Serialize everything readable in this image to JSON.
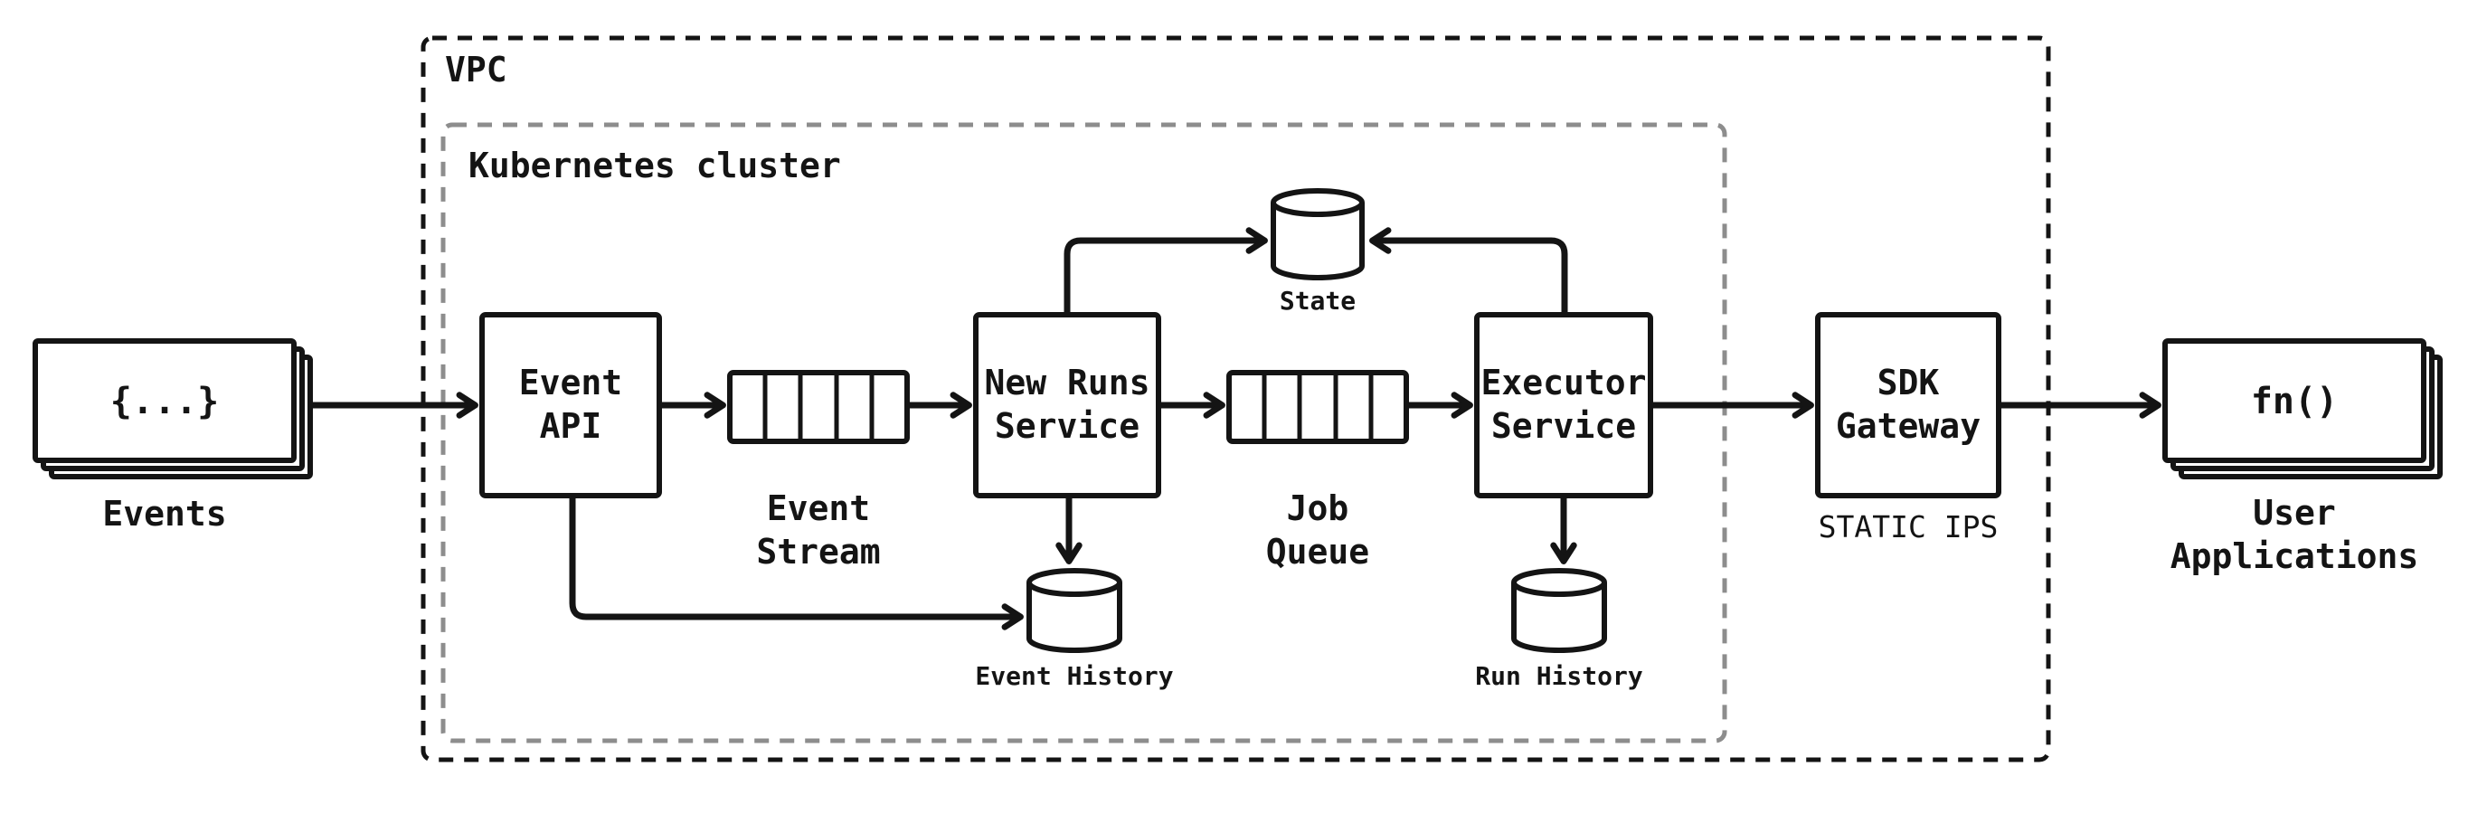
{
  "diagram": {
    "background": "#ffffff",
    "ink_color": "#141414",
    "cluster_border_color": "#8d8d8d",
    "containers": {
      "vpc": {
        "label": "VPC"
      },
      "kubernetes": {
        "label": "Kubernetes cluster"
      }
    },
    "nodes": {
      "events": {
        "shape": "stacked-box",
        "glyph": "{...}",
        "label": "Events"
      },
      "event_api": {
        "shape": "box",
        "line1": "Event",
        "line2": "API"
      },
      "event_stream": {
        "shape": "queue",
        "line1": "Event",
        "line2": "Stream"
      },
      "new_runs_service": {
        "shape": "box",
        "line1": "New Runs",
        "line2": "Service"
      },
      "state": {
        "shape": "database",
        "label": "State"
      },
      "job_queue": {
        "shape": "queue",
        "line1": "Job",
        "line2": "Queue"
      },
      "executor_service": {
        "shape": "box",
        "line1": "Executor",
        "line2": "Service"
      },
      "event_history": {
        "shape": "database",
        "label": "Event History"
      },
      "run_history": {
        "shape": "database",
        "label": "Run History"
      },
      "sdk_gateway": {
        "shape": "box",
        "line1": "SDK",
        "line2": "Gateway",
        "sublabel": "STATIC IPS"
      },
      "user_applications": {
        "shape": "stacked-box",
        "glyph": "fn()",
        "label_line1": "User",
        "label_line2": "Applications"
      }
    },
    "edges": [
      {
        "from": "events",
        "to": "event_api"
      },
      {
        "from": "event_api",
        "to": "event_stream"
      },
      {
        "from": "event_stream",
        "to": "new_runs_service"
      },
      {
        "from": "new_runs_service",
        "to": "job_queue"
      },
      {
        "from": "job_queue",
        "to": "executor_service"
      },
      {
        "from": "executor_service",
        "to": "sdk_gateway"
      },
      {
        "from": "sdk_gateway",
        "to": "user_applications"
      },
      {
        "from": "new_runs_service",
        "to": "state"
      },
      {
        "from": "executor_service",
        "to": "state"
      },
      {
        "from": "event_api",
        "to": "event_history"
      },
      {
        "from": "new_runs_service",
        "to": "event_history"
      },
      {
        "from": "executor_service",
        "to": "run_history"
      }
    ]
  }
}
